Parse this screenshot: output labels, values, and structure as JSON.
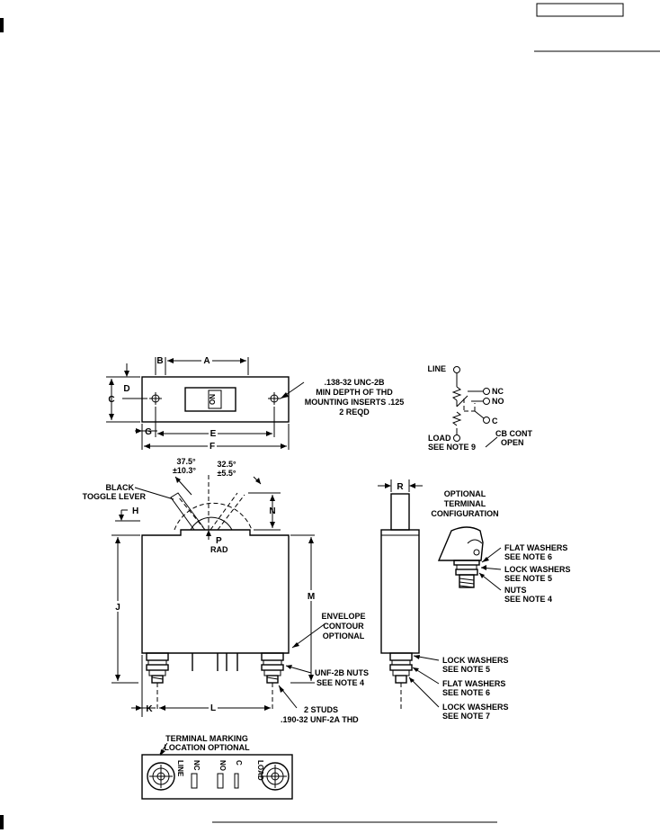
{
  "dimensions": {
    "A": "A",
    "B": "B",
    "C": "C",
    "D": "D",
    "E": "E",
    "F": "F",
    "G": "G",
    "H": "H",
    "J": "J",
    "K": "K",
    "L": "L",
    "M": "M",
    "N": "N",
    "P": "P",
    "R": "R"
  },
  "angles": {
    "left_deg": "37.5°",
    "left_tol": "±10.3°",
    "right_deg": "32.5°",
    "right_tol": "±5.5°"
  },
  "labels": {
    "rad": "RAD",
    "black": "BLACK",
    "toggle_lever": "TOGGLE LEVER",
    "on": "ON",
    "inserts": [
      ".138-32 UNC-2B",
      "MIN DEPTH OF THD",
      "MOUNTING INSERTS .125",
      "2 REQD"
    ],
    "envelope": [
      "ENVELOPE",
      "CONTOUR",
      "OPTIONAL"
    ],
    "unf_nuts": [
      "UNF-2B NUTS",
      "SEE NOTE 4"
    ],
    "studs": [
      "2 STUDS",
      ".190-32 UNF-2A THD"
    ],
    "terminal_marking": [
      "TERMINAL MARKING",
      "LOCATION OPTIONAL"
    ],
    "optional_terminal": [
      "OPTIONAL",
      "TERMINAL",
      "CONFIGURATION"
    ],
    "flat_washers_top": [
      "FLAT WASHERS",
      "SEE NOTE 6"
    ],
    "lock_washers_top": [
      "LOCK WASHERS",
      "SEE NOTE 5"
    ],
    "nuts": [
      "NUTS",
      "SEE NOTE 4"
    ],
    "lock_washers_side": [
      "LOCK WASHERS",
      "SEE NOTE 5"
    ],
    "flat_washers_side": [
      "FLAT WASHERS",
      "SEE NOTE 6"
    ],
    "lock_washers_bottom": [
      "LOCK WASHERS",
      "SEE NOTE 7"
    ],
    "terminal_no": "NO",
    "terminal_nc": "NC",
    "terminal_c": "C",
    "terminal_line": "LINE",
    "terminal_load": "LOAD"
  },
  "schematic": {
    "line": "LINE",
    "nc": "NC",
    "no": "NO",
    "c": "C",
    "load": "LOAD",
    "see_note": "SEE NOTE 9",
    "cb_cont": "CB CONT",
    "open": "OPEN"
  }
}
